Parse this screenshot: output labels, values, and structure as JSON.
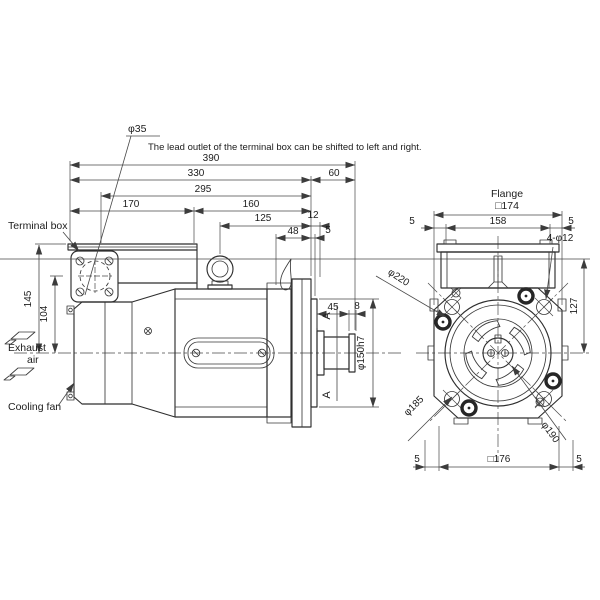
{
  "drawing": {
    "note_dia": "φ35",
    "note_text": "The lead outlet of the terminal box can be shifted to left and right.",
    "side": {
      "terminal_box": "Terminal box",
      "exhaust_line1": "Exhaust",
      "exhaust_line2": "air",
      "cooling_fan": "Cooling fan",
      "dim_390": "390",
      "dim_330": "330",
      "dim_60": "60",
      "dim_295": "295",
      "dim_170": "170",
      "dim_160": "160",
      "dim_125": "125",
      "dim_12": "12",
      "dim_48": "48",
      "dim_5": "5",
      "dim_45": "45",
      "dim_8": "8",
      "dim_145": "145",
      "dim_104": "104",
      "shaft_dia": "φ150h7",
      "section_a": "A"
    },
    "front": {
      "flange_label": "Flange",
      "flange_square": "□174",
      "dim_158": "158",
      "five_tl": "5",
      "five_tr": "5",
      "holes_label": "4-φ12",
      "dim_127": "127",
      "dim_176": "□176",
      "five_bl": "5",
      "five_br": "5",
      "dia_220": "φ220",
      "dia_185": "φ185",
      "dia_190": "φ190"
    },
    "line_color": "#2e2e2e",
    "background": "#ffffff"
  }
}
